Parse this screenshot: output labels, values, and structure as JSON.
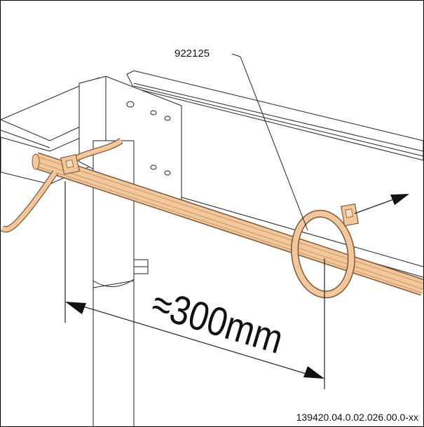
{
  "diagram": {
    "callout_part_number": "922125",
    "dimension_label": "≈300mm",
    "document_id": "139420.04.0.02.026.00.0-xx"
  },
  "colors": {
    "cable": "#f3c79a",
    "cable_outline": "#7a5a3a",
    "line": "#222222",
    "frame_fill": "#ffffff"
  }
}
